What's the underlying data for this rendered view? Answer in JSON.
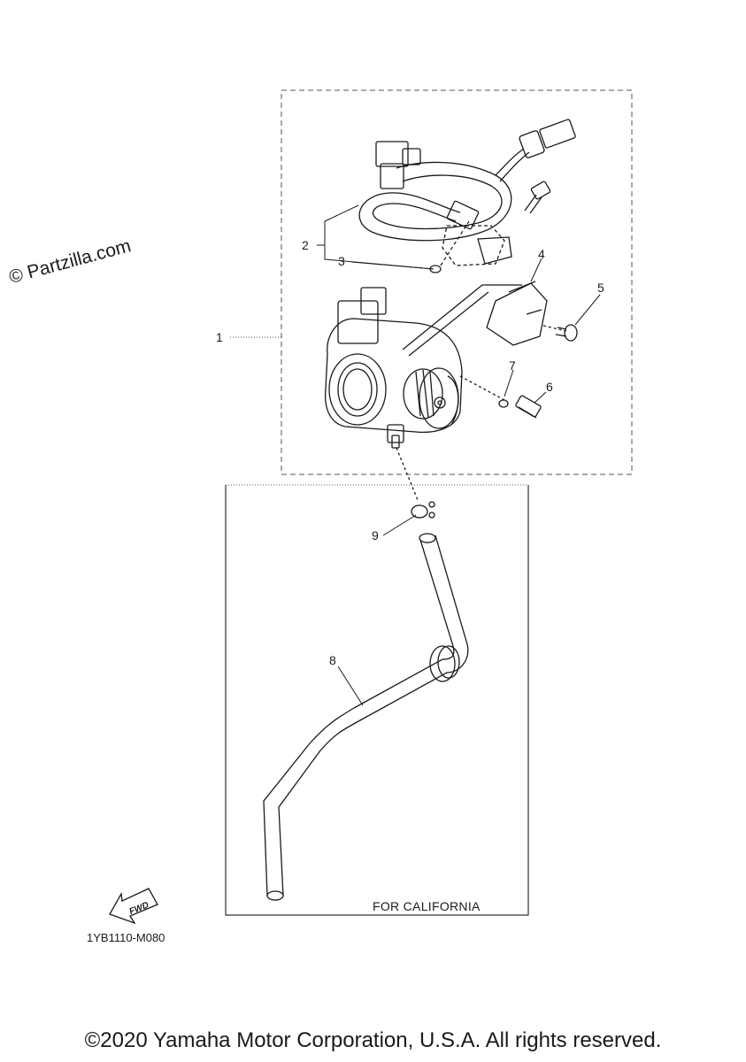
{
  "watermark": "© Partzilla.com",
  "callouts": [
    "1",
    "2",
    "3",
    "4",
    "5",
    "6",
    "7",
    "8",
    "9"
  ],
  "fwd_arrow": {
    "label": "FWD",
    "icon": "fwd-arrow-icon"
  },
  "region_label": "FOR CALIFORNIA",
  "diagram_code": "1YB1110-M080",
  "copyright": "©2020 Yamaha Motor Corporation, U.S.A. All rights reserved.",
  "colors": {
    "line": "#1a1a1a",
    "background": "#ffffff"
  }
}
